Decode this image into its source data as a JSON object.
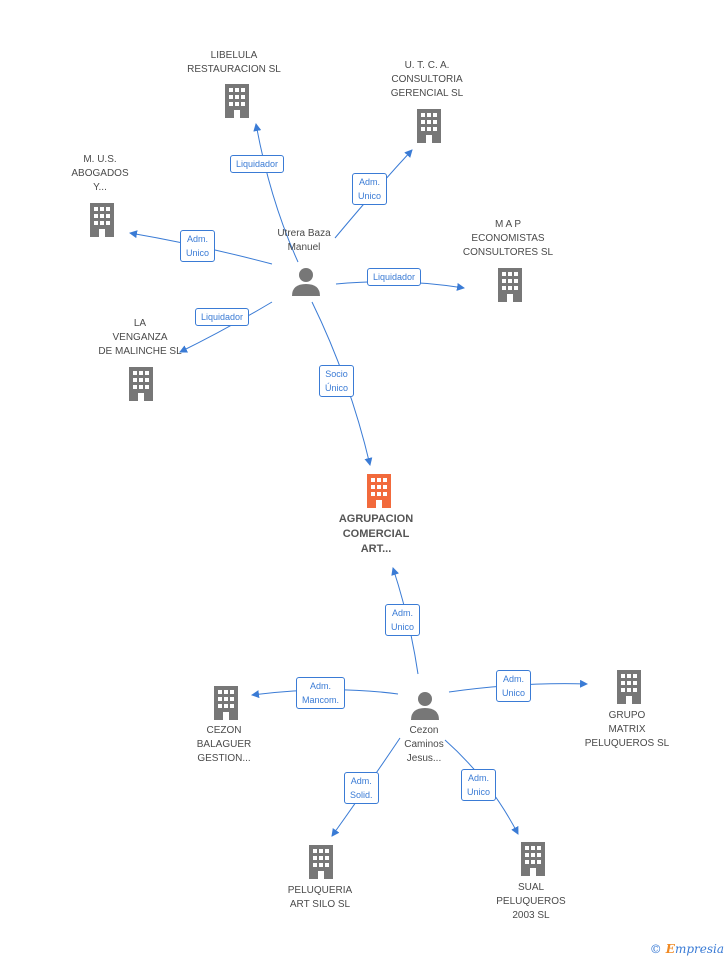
{
  "colors": {
    "edge": "#3a7bd5",
    "company": "#777777",
    "company_main": "#f26a3c",
    "person": "#777777"
  },
  "nodes": {
    "main": {
      "label": "AGRUPACION\nCOMERCIAL\nART...",
      "icon": "building-icon"
    },
    "libelula": {
      "label": "LIBELULA\nRESTAURACION SL",
      "icon": "building-icon"
    },
    "utca": {
      "label": "U. T. C. A.\nCONSULTORIA\nGERENCIAL SL",
      "icon": "building-icon"
    },
    "mus": {
      "label": "M. U.S.\nABOGADOS\nY...",
      "icon": "building-icon"
    },
    "map": {
      "label": "M A P\nECONOMISTAS\nCONSULTORES SL",
      "icon": "building-icon"
    },
    "venganza": {
      "label": "LA\nVENGANZA\nDE MALINCHE SL",
      "icon": "building-icon"
    },
    "utrera": {
      "label": "Utrera Baza\nManuel",
      "icon": "person-icon"
    },
    "cezon_person": {
      "label": "Cezon\nCaminos\nJesus...",
      "icon": "person-icon"
    },
    "cezon_balaguer": {
      "label": "CEZON\nBALAGUER\nGESTION...",
      "icon": "building-icon"
    },
    "grupo_matrix": {
      "label": "GRUPO\nMATRIX\nPELUQUEROS SL",
      "icon": "building-icon"
    },
    "peluqueria": {
      "label": "PELUQUERIA\nART SILO SL",
      "icon": "building-icon"
    },
    "sual": {
      "label": "SUAL\nPELUQUEROS\n2003 SL",
      "icon": "building-icon"
    }
  },
  "roles": {
    "utrera_libelula": "Liquidador",
    "utrera_utca": "Adm.\nUnico",
    "utrera_mus": "Adm.\nUnico",
    "utrera_map": "Liquidador",
    "utrera_venganza": "Liquidador",
    "utrera_main": "Socio\nÚnico",
    "cezon_main": "Adm.\nUnico",
    "cezon_balaguer": "Adm.\nMancom.",
    "cezon_matrix": "Adm.\nUnico",
    "cezon_peluqueria": "Adm.\nSolid.",
    "cezon_sual": "Adm.\nUnico"
  },
  "footer": {
    "copyright": "©",
    "brand_initial": "E",
    "brand_rest": "mpresia"
  }
}
